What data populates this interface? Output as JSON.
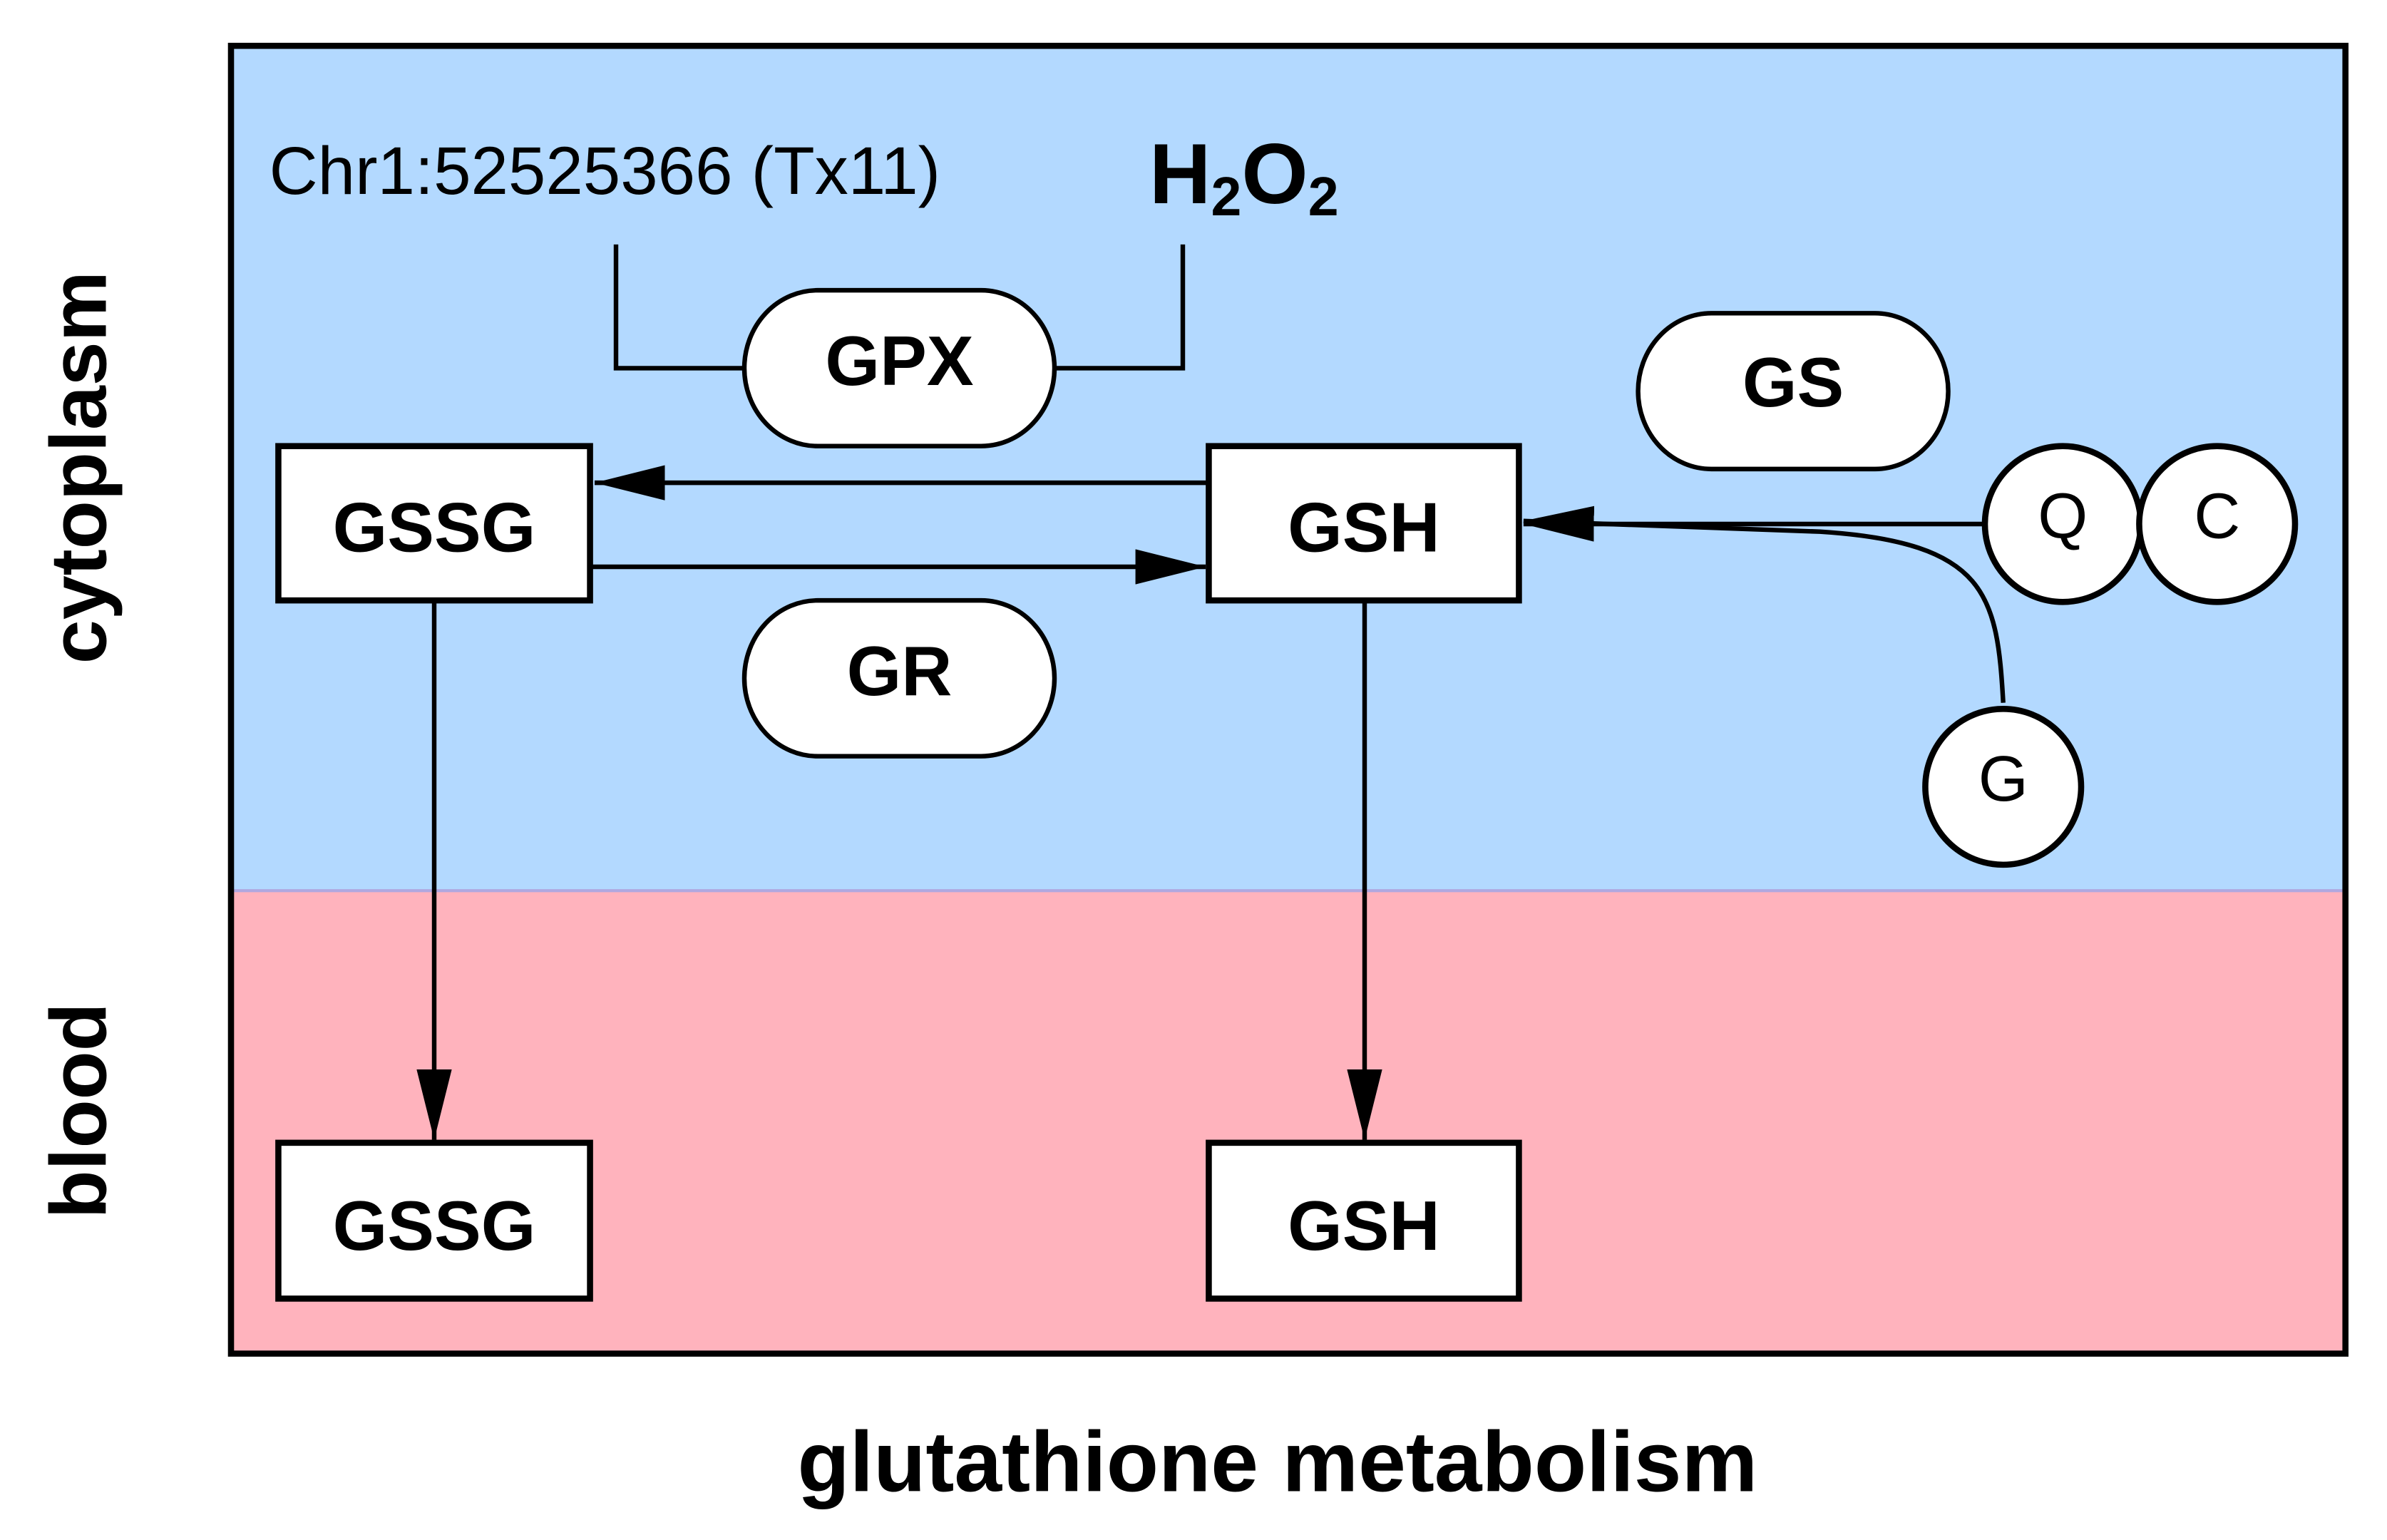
{
  "title": "glutathione metabolism",
  "compartments": {
    "cytoplasm": {
      "label": "cytoplasm",
      "color": "#b3d9ff"
    },
    "blood": {
      "label": "blood",
      "color": "#ffb3bd"
    }
  },
  "metabolites": {
    "gssg_cyto": "GSSG",
    "gsh_cyto": "GSH",
    "gssg_blood": "GSSG",
    "gsh_blood": "GSH",
    "chr_variant": "Chr1:52525366 (Tx11)",
    "h2o2": {
      "h": "H",
      "sub1": "2",
      "o": "O",
      "sub2": "2"
    }
  },
  "enzymes": {
    "gpx": "GPX",
    "gr": "GR",
    "gs": "GS"
  },
  "amino_acids": {
    "q": "Q",
    "c": "C",
    "g": "G"
  }
}
